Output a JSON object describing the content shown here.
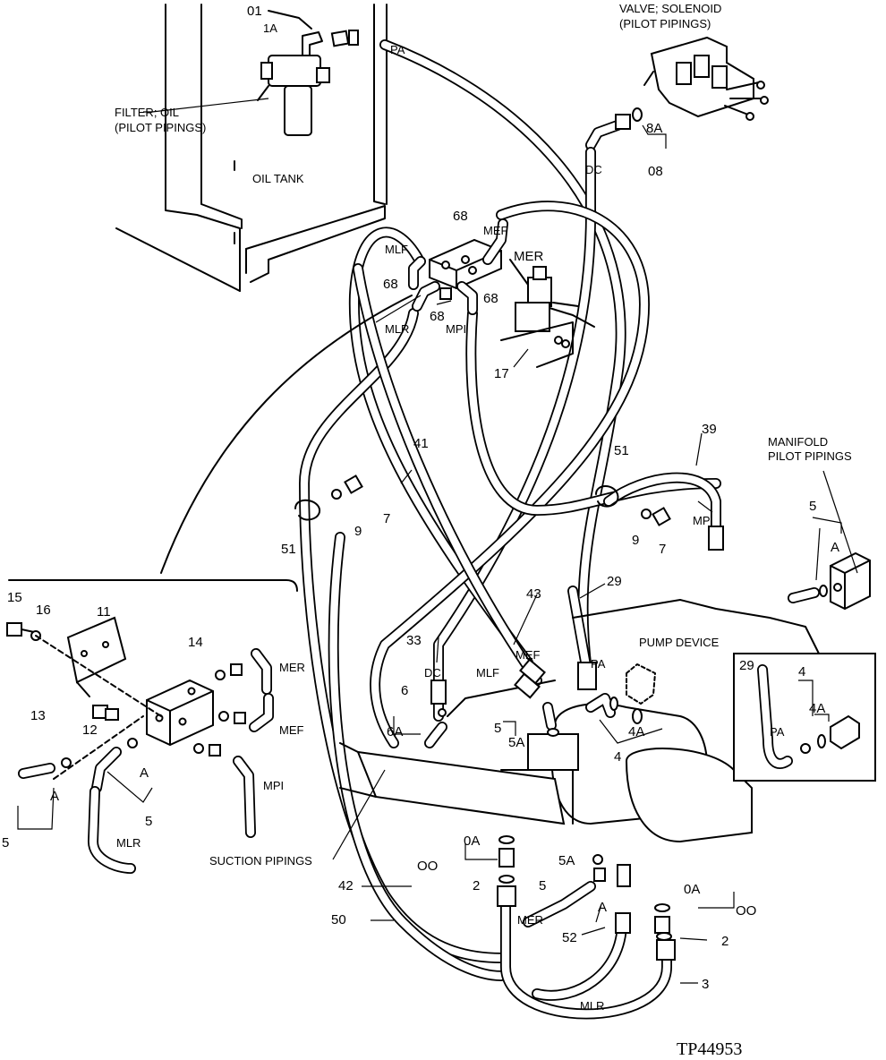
{
  "figure_id": "TP44953",
  "components": {
    "filter": "FILTER; OIL",
    "filter_sub": "(PILOT PIPINGS)",
    "valve": "VALVE; SOLENOID",
    "valve_sub": "(PILOT PIPINGS)",
    "oil_tank": "OIL TANK",
    "manifold": "MANIFOLD",
    "manifold_sub": "PILOT PIPINGS",
    "pump_device": "PUMP DEVICE",
    "suction_pipings": "SUCTION PIPINGS"
  },
  "ports": {
    "pa": "PA",
    "dc": "DC",
    "mlf": "MLF",
    "mef": "MEF",
    "mer": "MER",
    "mlr": "MLR",
    "mpi": "MPI",
    "mp": "MP"
  },
  "parts": {
    "p01": "01",
    "p1a": "1A",
    "p08": "08",
    "p8a": "8A",
    "p68": "68",
    "p17": "17",
    "p41": "41",
    "p39": "39",
    "p51": "51",
    "p9": "9",
    "p7": "7",
    "p5": "5",
    "pA": "A",
    "p43": "43",
    "p29": "29",
    "p33": "33",
    "p6": "6",
    "p6a": "6A",
    "p5a": "5A",
    "p4": "4",
    "p4a": "4A",
    "p15": "15",
    "p16": "16",
    "p11": "11",
    "p14": "14",
    "p13": "13",
    "p12": "12",
    "p0a": "0A",
    "p00": "OO",
    "p2": "2",
    "p42": "42",
    "p50": "50",
    "p52": "52",
    "p3": "3"
  }
}
